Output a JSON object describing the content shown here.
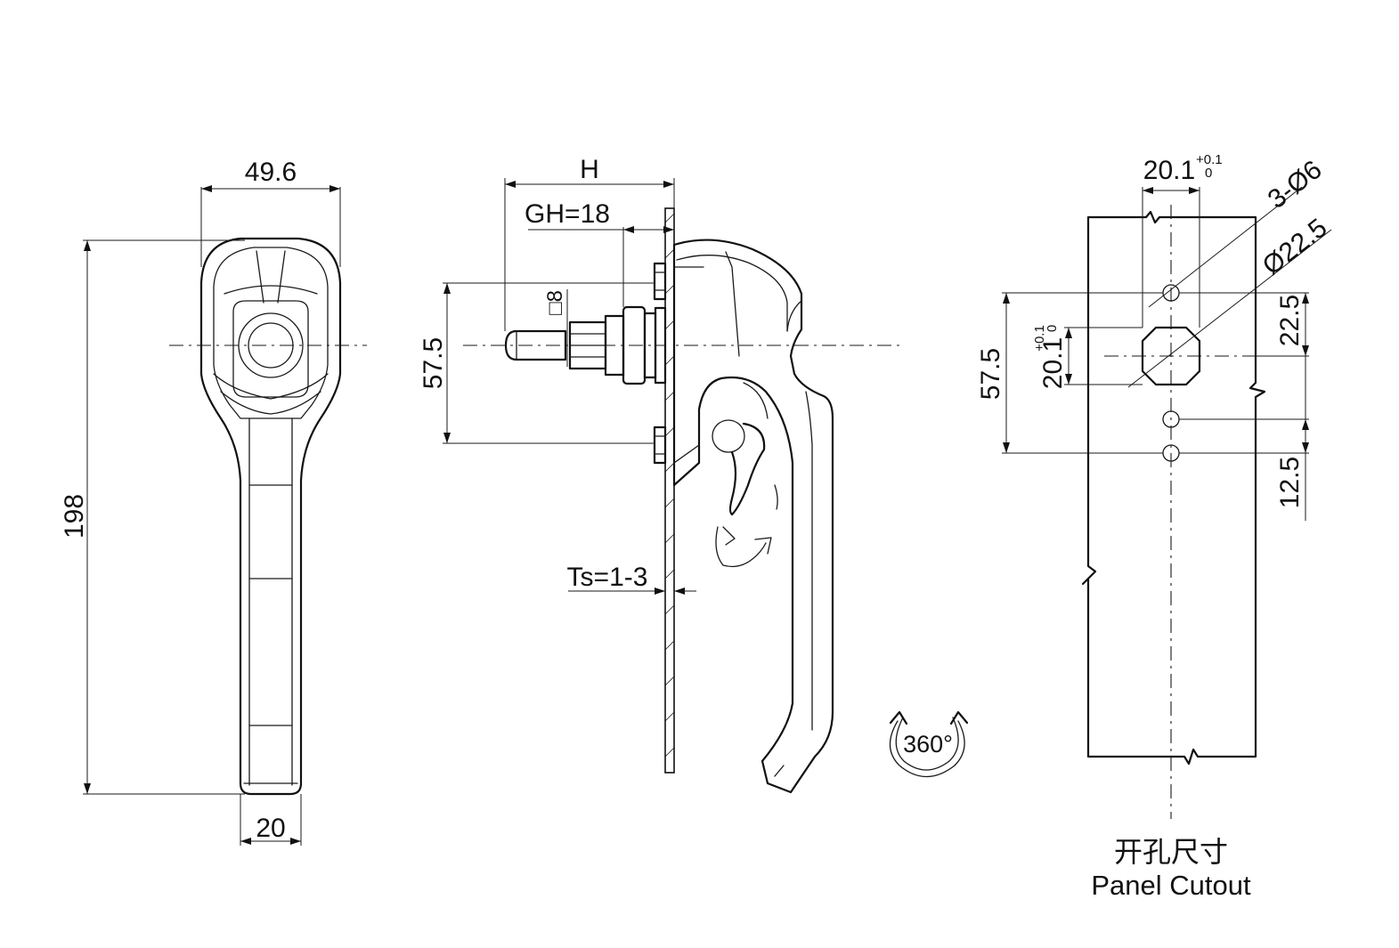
{
  "front_view": {
    "width_dim": "49.6",
    "height_dim": "198",
    "bottom_width_dim": "20"
  },
  "side_view": {
    "h_dim": "H",
    "gh_dim": "GH=18",
    "spindle_dim": "□8",
    "vertical_dim": "57.5",
    "ts_dim": "Ts=1-3",
    "rotation_label": "360°"
  },
  "cutout_view": {
    "top_width_dim": "20.1",
    "top_width_tol_upper": "+0.1",
    "top_width_tol_lower": "0",
    "holes_dim": "3-Ø6",
    "circle_dim": "Ø22.5",
    "vertical_dim": "57.5",
    "square_dim": "20.1",
    "square_tol_upper": "+0.1",
    "square_tol_lower": "0",
    "right_dim_upper": "22.5",
    "right_dim_lower": "12.5",
    "caption_cn": "开孔尺寸",
    "caption_en": "Panel Cutout"
  }
}
